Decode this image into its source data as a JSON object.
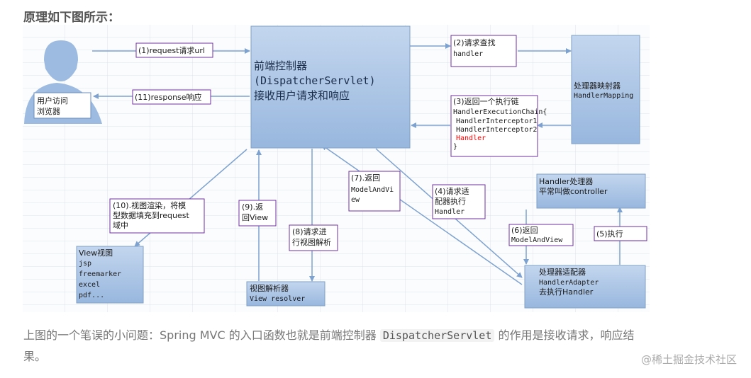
{
  "heading": "原理如下图所示：",
  "diagram": {
    "dispatcher": [
      "前端控制器",
      "(DispatcherServlet)",
      "接收用户请求和响应"
    ],
    "user": [
      "用户访问",
      "浏览器"
    ],
    "request_label": "(1)request请求url",
    "response_label": "(11)response响应",
    "find_handler": [
      "(2)请求查找",
      "handler"
    ],
    "handler_mapping": [
      "处理器映射器",
      "HandlerMapping"
    ],
    "return_chain": [
      "(3)返回一个执行链",
      "HandlerExecutionChain{",
      "HandlerInterceptor1",
      "HandlerInterceptor2",
      "Handler",
      "}"
    ],
    "handler_box": [
      "Handler处理器",
      "平常叫做controller"
    ],
    "exec_label": "(5)执行",
    "return_mav": [
      "(6)返回",
      "ModelAndView"
    ],
    "adapter_exec": [
      "(4)请求适",
      "配器执行",
      "Handler"
    ],
    "adapter_box": [
      "处理器适配器",
      "HandlerAdapter",
      "去执行Handler"
    ],
    "return_mav2": [
      "(7).返回",
      "ModelAndVi",
      "ew"
    ],
    "resolve_view": [
      "(8)请求进",
      "行视图解析"
    ],
    "view_resolver": [
      "视图解析器",
      "View resolver"
    ],
    "return_view": [
      "(9).返",
      "回View"
    ],
    "render_view": [
      "(10).视图渲染，将模",
      "型数据填充到request",
      "域中"
    ],
    "view_box": [
      "View视图",
      "jsp",
      "freemarker",
      "excel",
      "pdf..."
    ]
  },
  "caption": {
    "before": "上图的一个笔误的小问题：Spring MVC 的入口函数也就是前端控制器",
    "code": "DispatcherServlet",
    "after": "的作用是接收请求，响应结果。"
  },
  "watermark": "@稀土掘金技术社区",
  "colors": {
    "box_fill": "#a9c4e6",
    "arrow": "#7ea2cf",
    "label_border": "#7030a0",
    "highlight": "#ff0000"
  }
}
